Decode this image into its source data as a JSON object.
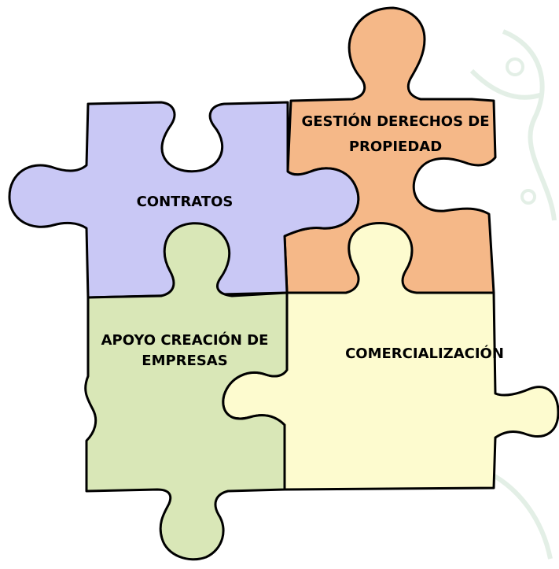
{
  "pieces": {
    "contratos": {
      "label": "CONTRATOS",
      "color": "#c9c8f5"
    },
    "gestion": {
      "lines": [
        "GESTIÓN DERECHOS DE",
        "PROPIEDAD"
      ],
      "color": "#f5b888"
    },
    "apoyo": {
      "lines": [
        "APOYO CREACIÓN DE",
        "EMPRESAS"
      ],
      "color": "#d9e7b7"
    },
    "comercializacion": {
      "label": "COMERCIALIZACIÓN",
      "color": "#fdfbcf"
    }
  }
}
